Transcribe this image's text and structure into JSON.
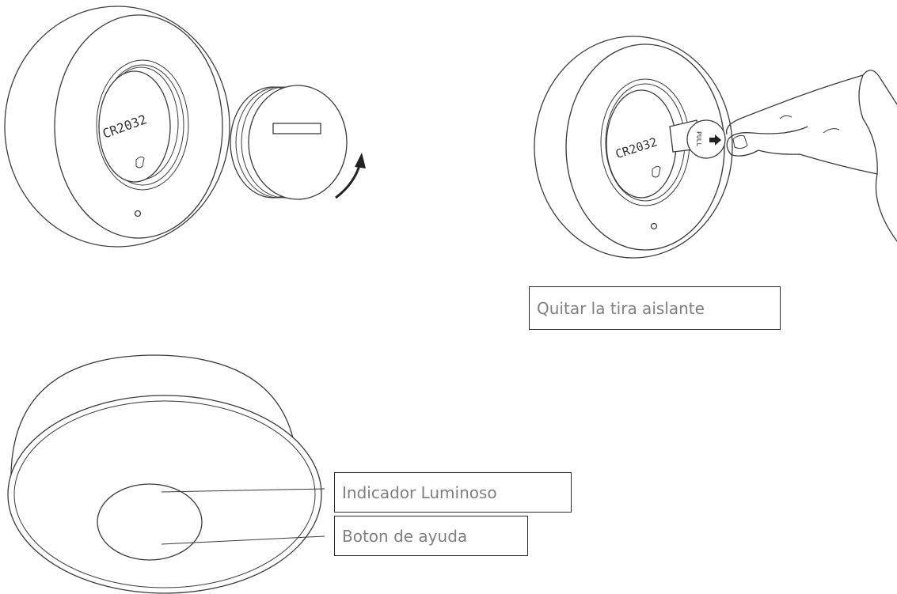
{
  "device_labels": {
    "battery_model_left": "CR2032",
    "battery_model_right": "CR2032",
    "pull_tab": "PULL"
  },
  "callouts": {
    "remove_insulating_strip": "Quitar la tira aislante",
    "light_indicator": "Indicador Luminoso",
    "help_button": "Boton de ayuda"
  },
  "icons": {
    "rotation_arrow": "curved-arrow-icon",
    "pull_arrow": "arrow-right-icon",
    "led": "led-dot-icon"
  },
  "colors": {
    "line": "#3a3a3a",
    "label_text": "#7f7f7f",
    "label_border": "#2b2b2b"
  }
}
